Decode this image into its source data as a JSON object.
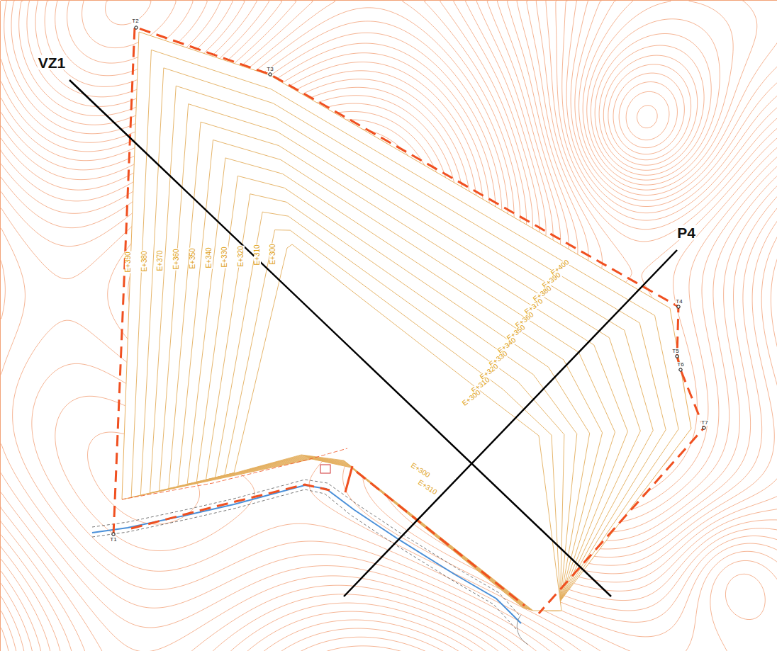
{
  "diagram": {
    "labels": [
      "VZ1",
      "T2",
      "T3",
      "P4",
      "T4",
      "T5",
      "T6",
      "T7",
      "T1",
      "E+390",
      "E+380",
      "E+370",
      "E+360",
      "E+350",
      "E+340",
      "E+330",
      "E+320",
      "E+310",
      "E+300",
      "E+400",
      "E+390",
      "E+380",
      "E+370",
      "E+360",
      "E+350",
      "E+340",
      "E+330",
      "E+320",
      "E+310",
      "E+300",
      "E+300",
      "E+310"
    ]
  }
}
